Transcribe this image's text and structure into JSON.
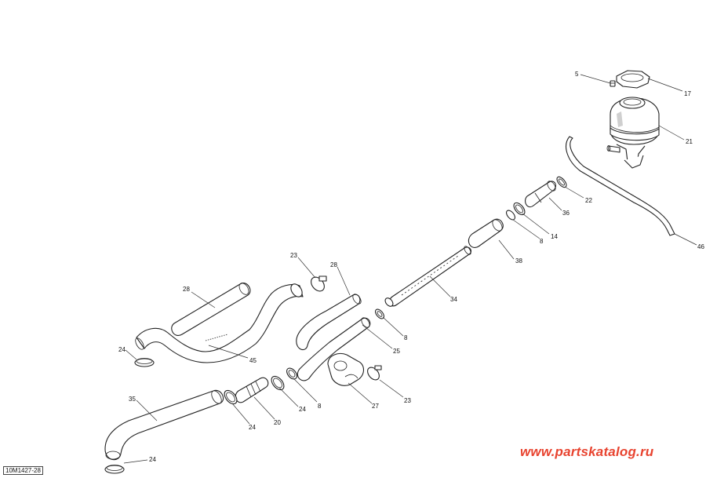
{
  "callouts": {
    "c5": "5",
    "c17": "17",
    "c21": "21",
    "c22": "22",
    "c36": "36",
    "c14": "14",
    "c8a": "8",
    "c38": "38",
    "c46": "46",
    "c34": "34",
    "c8b": "8",
    "c25": "25",
    "c23a": "23",
    "c28a": "28",
    "c28b": "28",
    "c45": "45",
    "c24a": "24",
    "c24b": "24",
    "c8c": "8",
    "c27": "27",
    "c23b": "23",
    "c35": "35",
    "c20": "20",
    "c24c": "24",
    "c24d": "24"
  },
  "ref_code": "10M1427-28",
  "watermark": "www.partskatalog.ru"
}
